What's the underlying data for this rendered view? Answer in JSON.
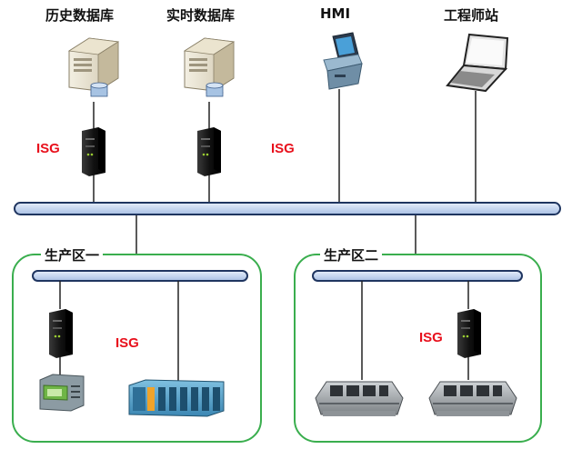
{
  "top_labels": {
    "historian": "历史数据库",
    "realtime": "实时数据库",
    "hmi": "HMI",
    "engineering": "工程师站"
  },
  "isg_label": "ISG",
  "zones": {
    "zone1": "生产区一",
    "zone2": "生产区二"
  },
  "colors": {
    "bus_fill": "#c6d8f2",
    "bus_stroke": "#1f3560",
    "zone_border": "#3aae4e",
    "isg_text": "#e8101c",
    "line": "#222222"
  },
  "icons": {
    "server": "server-icon",
    "hmi": "hmi-terminal-icon",
    "laptop": "laptop-icon",
    "isg": "isg-gateway-icon",
    "plc_small": "plc-icon",
    "plc_rack": "plc-rack-icon",
    "console": "operator-console-icon"
  }
}
